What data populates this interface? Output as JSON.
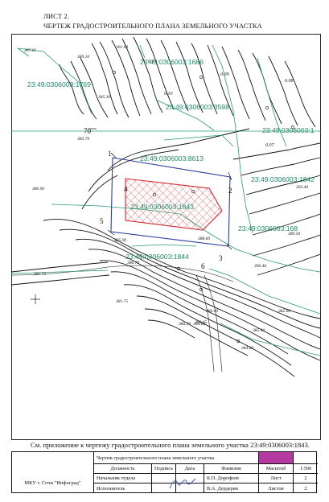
{
  "header": {
    "sheet": "ЛИСТ 2.",
    "title": "ЧЕРТЕЖ ГРАДОСТРОИТЕЛЬНОГО ПЛАНА ЗЕМЕЛЬНОГО УЧАСТКА"
  },
  "map": {
    "cadastral_labels": [
      "23:49:0306003:1686",
      "23:49:0306003:1769",
      "23:49:0306003:3598",
      "23:49:0306003:1",
      "23:49:0306003:8613",
      "23:49:0306003:1842",
      "23:49:0306003:1843",
      "23:49:0306003:168",
      "23:49:0306003:1844"
    ],
    "point_numbers": [
      "70",
      "1",
      "2",
      "3",
      "4",
      "5",
      "6"
    ],
    "zone_numbers": [
      "0.12",
      "0.10",
      "0.09",
      "0.08",
      "0.07"
    ],
    "colors": {
      "cadastral_text": "#1e8b66",
      "parcel_red": "#d2262b",
      "zone_blue": "#2b3f9e",
      "cadastral_lines": "#2a9a72",
      "stamp_marker": "#b43aa0"
    }
  },
  "note": "См. приложение к чертежу градостроительного плана земельного участка 23:49:0306003:1843.",
  "stamp": {
    "org": "МКУ г. Сочи \"Инфоград\"",
    "doc_title": "Чертеж градостроительного плана земельного участка",
    "col_position": "Должность",
    "col_signature": "Подпись",
    "col_date": "Дата",
    "col_surname": "Фамилия",
    "col_scale": "Масштаб",
    "scale_value": "1:500",
    "row1_position": "Начальник отдела",
    "row1_surname": "К.П. Дорофеев",
    "row1_field": "Лист",
    "row1_value": "2",
    "row2_position": "Исполнитель",
    "row2_surname": "В.А. Дердерян",
    "row2_field": "Листов",
    "row2_value": "2"
  }
}
